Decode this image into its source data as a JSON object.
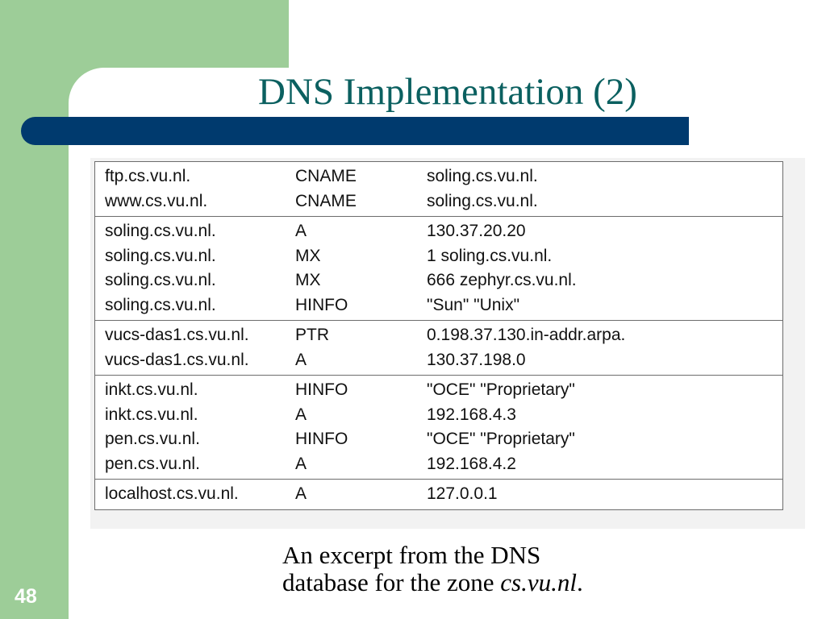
{
  "slide": {
    "title": "DNS Implementation (2)",
    "page_number": "48",
    "caption_line1": "An excerpt from the DNS",
    "caption_line2_prefix": "database for the zone ",
    "caption_zone": "cs.vu.nl",
    "caption_period": "."
  },
  "colors": {
    "left_band": "#9dcd98",
    "title_text": "#0b6060",
    "title_bar": "#003a6e"
  },
  "table": {
    "groups": [
      [
        [
          "ftp.cs.vu.nl.",
          "CNAME",
          "soling.cs.vu.nl."
        ],
        [
          "www.cs.vu.nl.",
          "CNAME",
          "soling.cs.vu.nl."
        ]
      ],
      [
        [
          "soling.cs.vu.nl.",
          "A",
          "130.37.20.20"
        ],
        [
          "soling.cs.vu.nl.",
          "MX",
          "1 soling.cs.vu.nl."
        ],
        [
          "soling.cs.vu.nl.",
          "MX",
          "666 zephyr.cs.vu.nl."
        ],
        [
          "soling.cs.vu.nl.",
          "HINFO",
          "\"Sun\" \"Unix\""
        ]
      ],
      [
        [
          "vucs-das1.cs.vu.nl.",
          "PTR",
          "0.198.37.130.in-addr.arpa."
        ],
        [
          "vucs-das1.cs.vu.nl.",
          "A",
          "130.37.198.0"
        ]
      ],
      [
        [
          "inkt.cs.vu.nl.",
          "HINFO",
          "\"OCE\" \"Proprietary\""
        ],
        [
          "inkt.cs.vu.nl.",
          "A",
          "192.168.4.3"
        ],
        [
          "pen.cs.vu.nl.",
          "HINFO",
          "\"OCE\" \"Proprietary\""
        ],
        [
          "pen.cs.vu.nl.",
          "A",
          "192.168.4.2"
        ]
      ],
      [
        [
          "localhost.cs.vu.nl.",
          "A",
          "127.0.0.1"
        ]
      ]
    ]
  }
}
